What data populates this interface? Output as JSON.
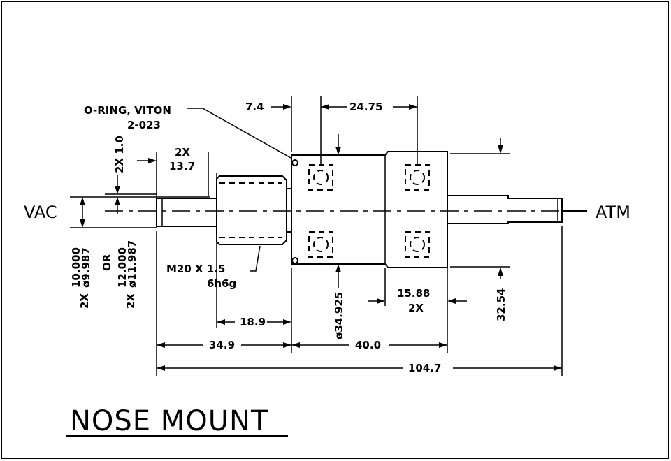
{
  "title": "NOSE MOUNT",
  "labels": {
    "vac": "VAC",
    "atm": "ATM",
    "oring_line1": "O-RING, VITON",
    "oring_line2": "2-023",
    "thread_line1": "M20 X 1.5",
    "thread_line2": "6h6g"
  },
  "dimensions": {
    "d_7_4": "7.4",
    "d_24_75": "24.75",
    "d_2x": "2X",
    "d_13_7": "13.7",
    "d_2x_1_0": "2X 1.0",
    "d_18_9": "18.9",
    "d_34_9": "34.9",
    "d_40_0": "40.0",
    "d_104_7": "104.7",
    "d_34_925": "ø34.925",
    "d_15_88": "15.88",
    "d_15_88_2x": "2X",
    "d_32_54": "32.54",
    "dia_a_prefix": "2X",
    "dia_a_upper": "10.000",
    "dia_a_lower": "ø9.987",
    "or_text": "OR",
    "dia_b_prefix": "2X",
    "dia_b_upper": "12.000",
    "dia_b_lower": "ø11.987"
  }
}
